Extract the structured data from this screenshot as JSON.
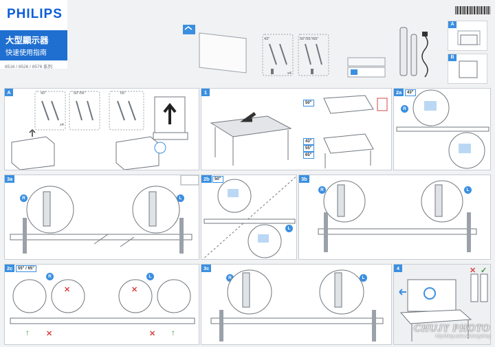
{
  "header": {
    "brand": "PHILIPS",
    "title": "大型顯示器",
    "subtitle": "快速使用指南",
    "series": "8516 / 8526 / 8576 系列"
  },
  "top_illustration": {
    "sizes_small": "43\"",
    "sizes_large": "50\"/55\"/65\"",
    "screw_count": "x4",
    "option_a": "A",
    "option_b": "B"
  },
  "panels": {
    "a": {
      "tag": "A",
      "size_1": "43\"",
      "size_2": "50\"/55\"",
      "size_3": "65\"",
      "screw_count": "x4"
    },
    "step1": {
      "tag": "1",
      "size_50": "50\"",
      "size_43": "43\"",
      "size_55": "55\"",
      "size_65": "65\""
    },
    "step2a": {
      "tag": "2a",
      "size": "43\"",
      "side": "R"
    },
    "step3a": {
      "tag": "3a",
      "left": "R",
      "right": "L"
    },
    "step2b": {
      "tag": "2b",
      "size": "50\"",
      "side": "L"
    },
    "step3b": {
      "tag": "3b",
      "left": "R",
      "right": "L"
    },
    "step2c": {
      "tag": "2c",
      "size": "55\" / 65\"",
      "left": "R",
      "right": "L"
    },
    "step3c": {
      "tag": "3c",
      "left": "R",
      "right": "L"
    },
    "step4": {
      "tag": "4"
    }
  },
  "watermark": {
    "name": "CHUJY PHOTO",
    "url": "http://blog.xuite.net/chujy/blog"
  },
  "colors": {
    "accent": "#3a8fe0",
    "brand": "#1f6fd1",
    "ok": "#2f9a3c",
    "bad": "#d64545"
  }
}
